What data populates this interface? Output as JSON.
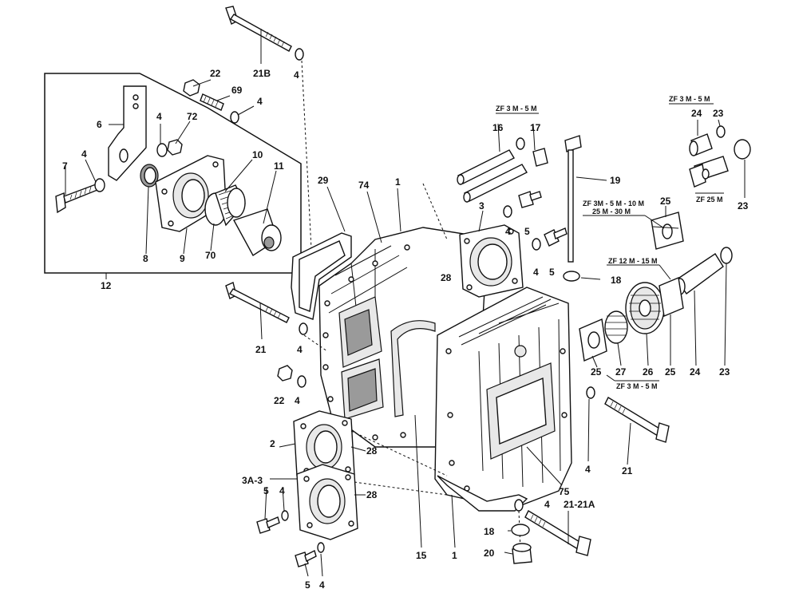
{
  "title": "",
  "labels": {
    "l21B": "21B",
    "l4a": "4",
    "l22a": "22",
    "l69": "69",
    "l4b": "4",
    "l6": "6",
    "l4c": "4",
    "l72": "72",
    "l7": "7",
    "l4d": "4",
    "l10": "10",
    "l11": "11",
    "l8": "8",
    "l9": "9",
    "l70": "70",
    "l12": "12",
    "l29": "29",
    "l74": "74",
    "l1a": "1",
    "l3": "3",
    "l4e": "4",
    "l5a": "5",
    "l4f": "4",
    "l5b": "5",
    "l28a": "28",
    "l21a": "21",
    "l4g": "4",
    "l22b": "22",
    "l4h": "4",
    "l2": "2",
    "l28b": "28",
    "l3A3": "3A-3",
    "l5c": "5",
    "l4i": "4",
    "l28c": "28",
    "l15": "15",
    "l1b": "1",
    "l5d": "5",
    "l4j": "4",
    "l16": "16",
    "l17": "17",
    "l19": "19",
    "l18a": "18",
    "l24a": "24",
    "l23a": "23",
    "l23b": "23",
    "l25a": "25",
    "l25b": "25",
    "l27": "27",
    "l26": "26",
    "l25c": "25",
    "l24b": "24",
    "l23c": "23",
    "l4k": "4",
    "l21b": "21",
    "l75": "75",
    "l4l": "4",
    "l2121A": "21-21A",
    "l18b": "18",
    "l20": "20"
  },
  "notes": {
    "zf35a": "ZF 3 M - 5 M",
    "zf35b": "ZF 3 M - 5 M",
    "zf25": "ZF 25 M",
    "zf_multi1": "ZF 3M - 5 M - 10 M",
    "zf_multi2": "25 M - 30 M",
    "zf1215": "ZF 12 M - 15 M",
    "zf35c": "ZF 3 M - 5 M"
  }
}
